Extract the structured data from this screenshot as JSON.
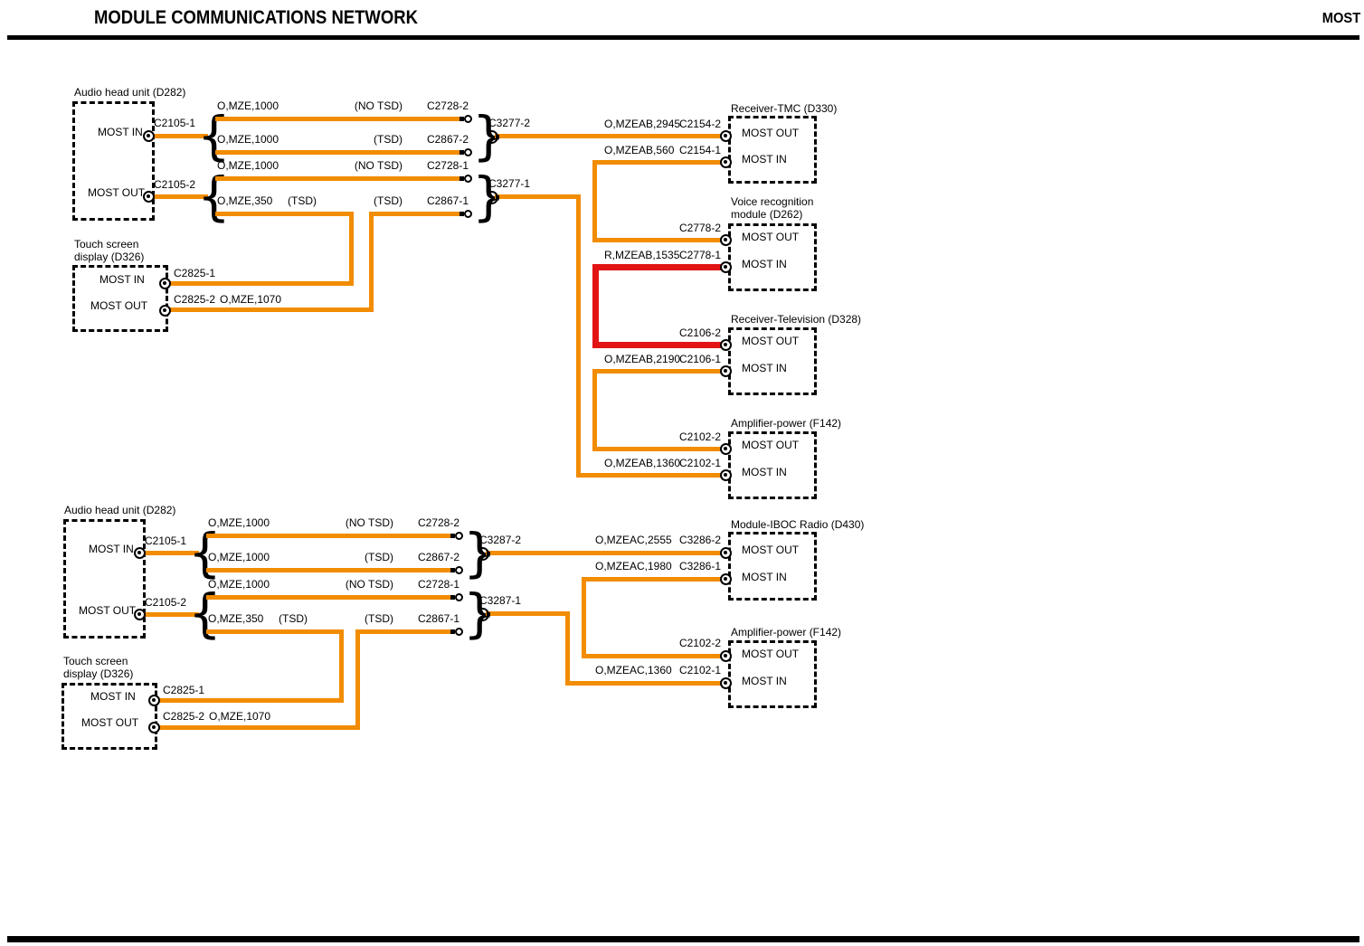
{
  "header": {
    "title": "MODULE COMMUNICATIONS NETWORK",
    "page_tag": "MOST"
  },
  "colors": {
    "wire_orange": "#F28C00",
    "wire_red": "#E31414"
  },
  "top": {
    "audio": {
      "title": "Audio head unit (D282)",
      "most_in": "MOST IN",
      "most_out": "MOST OUT",
      "conn_in": "C2105-1",
      "conn_out": "C2105-2"
    },
    "rows": [
      {
        "wire": "O,MZE,1000",
        "tag": "(NO TSD)",
        "conn": "C2728-2"
      },
      {
        "wire": "O,MZE,1000",
        "tag": "(TSD)",
        "conn": "C2867-2"
      },
      {
        "wire": "O,MZE,1000",
        "tag": "(NO TSD)",
        "conn": "C2728-1"
      },
      {
        "wire": "O,MZE,350",
        "tag1": "(TSD)",
        "tag2": "(TSD)",
        "conn": "C2867-1"
      }
    ],
    "ic_in": "C3277-2",
    "ic_out": "C3277-1",
    "tmc": {
      "title": "Receiver-TMC (D330)",
      "most_out": "MOST OUT",
      "most_in": "MOST IN",
      "out_wire": "O,MZEAB,2945",
      "out_conn": "C2154-2",
      "in_wire": "O,MZEAB,560",
      "in_conn": "C2154-1"
    },
    "voice": {
      "title_line1": "Voice recognition",
      "title_line2": "module (D262)",
      "most_out": "MOST OUT",
      "most_in": "MOST IN",
      "out_conn": "C2778-2",
      "in_wire": "R,MZEAB,1535",
      "in_conn": "C2778-1"
    },
    "tv": {
      "title": "Receiver-Television (D328)",
      "most_out": "MOST OUT",
      "most_in": "MOST IN",
      "out_conn": "C2106-2",
      "in_wire": "O,MZEAB,2190",
      "in_conn": "C2106-1"
    },
    "amp": {
      "title": "Amplifier-power (F142)",
      "most_out": "MOST OUT",
      "most_in": "MOST IN",
      "out_conn": "C2102-2",
      "in_wire": "O,MZEAB,1360",
      "in_conn": "C2102-1"
    },
    "touch": {
      "title_line1": "Touch screen",
      "title_line2": "display (D326)",
      "most_in": "MOST IN",
      "most_out": "MOST OUT",
      "conn_in": "C2825-1",
      "conn_out": "C2825-2",
      "out_wire": "O,MZE,1070"
    }
  },
  "bottom": {
    "audio": {
      "title": "Audio head unit (D282)",
      "most_in": "MOST IN",
      "most_out": "MOST OUT",
      "conn_in": "C2105-1",
      "conn_out": "C2105-2"
    },
    "rows": [
      {
        "wire": "O,MZE,1000",
        "tag": "(NO TSD)",
        "conn": "C2728-2"
      },
      {
        "wire": "O,MZE,1000",
        "tag": "(TSD)",
        "conn": "C2867-2"
      },
      {
        "wire": "O,MZE,1000",
        "tag": "(NO TSD)",
        "conn": "C2728-1"
      },
      {
        "wire": "O,MZE,350",
        "tag1": "(TSD)",
        "tag2": "(TSD)",
        "conn": "C2867-1"
      }
    ],
    "ic_in": "C3287-2",
    "ic_out": "C3287-1",
    "iboc": {
      "title": "Module-IBOC Radio (D430)",
      "most_out": "MOST OUT",
      "most_in": "MOST IN",
      "out_wire": "O,MZEAC,2555",
      "out_conn": "C3286-2",
      "in_wire": "O,MZEAC,1980",
      "in_conn": "C3286-1"
    },
    "amp": {
      "title": "Amplifier-power (F142)",
      "most_out": "MOST OUT",
      "most_in": "MOST IN",
      "out_conn": "C2102-2",
      "in_wire": "O,MZEAC,1360",
      "in_conn": "C2102-1"
    },
    "touch": {
      "title_line1": "Touch screen",
      "title_line2": "display (D326)",
      "most_in": "MOST IN",
      "most_out": "MOST OUT",
      "conn_in": "C2825-1",
      "conn_out": "C2825-2",
      "out_wire": "O,MZE,1070"
    }
  }
}
